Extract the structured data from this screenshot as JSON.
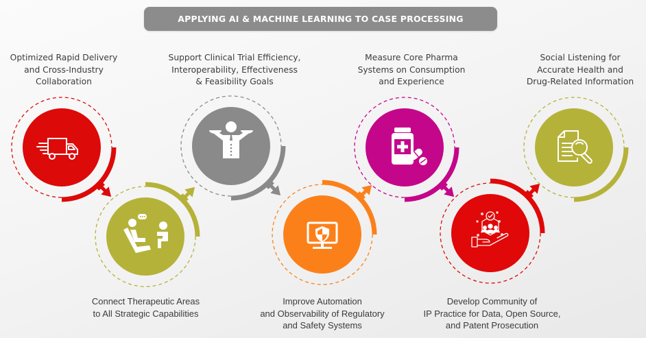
{
  "title": "APPLYING AI & MACHINE LEARNING TO CASE PROCESSING",
  "steps": [
    {
      "label": "Optimized Rapid Delivery\nand Cross-Industry\nCollaboration",
      "color": "#dd0a0a",
      "icon": "delivery-truck-icon",
      "position": "top"
    },
    {
      "label": "Connect Therapeutic Areas\nto All Strategic Capabilities",
      "color": "#b5b23a",
      "icon": "consultation-icon",
      "position": "bottom"
    },
    {
      "label": "Support Clinical Trial Efficiency,\nInteroperability, Effectiveness\n& Feasibility Goals",
      "color": "#8a8a8a",
      "icon": "balance-person-icon",
      "position": "top"
    },
    {
      "label": "Improve Automation\nand Observability of Regulatory\nand Safety Systems",
      "color": "#fc8019",
      "icon": "monitor-shield-icon",
      "position": "bottom"
    },
    {
      "label": "Measure Core Pharma\nSystems on Consumption\nand Experience",
      "color": "#c4068a",
      "icon": "medicine-icon",
      "position": "top"
    },
    {
      "label": "Develop Community of\nIP Practice for Data, Open Source,\nand Patent Prosecution",
      "color": "#e00808",
      "icon": "community-hand-icon",
      "position": "bottom"
    },
    {
      "label": "Social Listening for\nAccurate Health and\nDrug-Related Information",
      "color": "#b5b23a",
      "icon": "document-search-icon",
      "position": "top"
    }
  ]
}
